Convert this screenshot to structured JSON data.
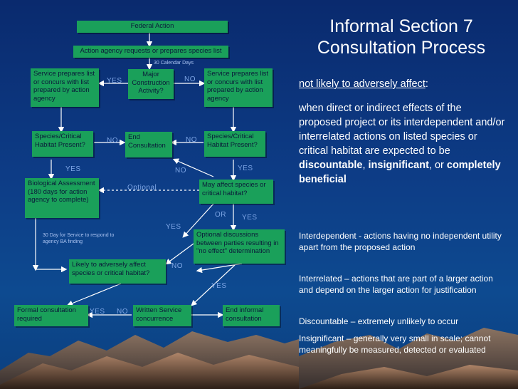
{
  "title": "Informal Section 7 Consultation Process",
  "flow": {
    "federal_action": "Federal Action",
    "action_agency": "Action agency requests or prepares species list",
    "days30": "30 Calendar Days",
    "service_prepares_left": "Service prepares list or concurs with list prepared by action agency",
    "major_construction": "Major Construction Activity?",
    "service_prepares_right": "Service prepares list or concurs with list prepared by action agency",
    "species_habitat_left": "Species/Critical Habitat Present?",
    "end_consultation": "End Consultation",
    "species_habitat_right": "Species/Critical Habitat Present?",
    "biological_assessment": "Biological Assessment (180 days for action agency to complete)",
    "optional": "Optional",
    "may_affect": "May affect species or critical habitat?",
    "note_30day": "30 Day for Service to respond to agency BA finding",
    "optional_discussions": "Optional discussions between parties resulting in \"no effect\" determination",
    "likely_adversely": "Likely to adversely affect species or critical habitat?",
    "formal_consultation": "Formal consultation required",
    "written_concurrence": "Written Service concurrence",
    "end_informal": "End informal consultation",
    "labels": {
      "yes1": "YES",
      "no1": "NO",
      "no2": "NO",
      "no3": "NO",
      "yes2": "YES",
      "no4": "NO",
      "yes3": "YES",
      "or": "OR",
      "yes4": "YES",
      "yes5": "YES",
      "no5": "NO",
      "yes6": "YES",
      "yes7": "YES",
      "no6": "NO"
    }
  },
  "definition": {
    "term": "not likely to adversely affect",
    "colon": ":",
    "text_1": "when direct or indirect effects of the proposed project or its interdependent and/or interrelated actions on listed species or critical habitat are expected to be ",
    "discountable": "discountable",
    "comma": ", ",
    "insignificant": "insignificant",
    "or": ", or ",
    "beneficial": "completely beneficial"
  },
  "notes": [
    "Interdependent - actions having no independent utility apart from the proposed action",
    "Interrelated – actions that are part of a larger action and depend on the larger action for justification",
    "Discountable – extremely unlikely to occur",
    "Insignificant – generally very small in scale; cannot meaningfully be measured, detected or evaluated"
  ],
  "colors": {
    "box": "#1aa05a",
    "bg": "#0d3c86",
    "arrow": "#ffffff",
    "label": "#7ea6e6"
  }
}
